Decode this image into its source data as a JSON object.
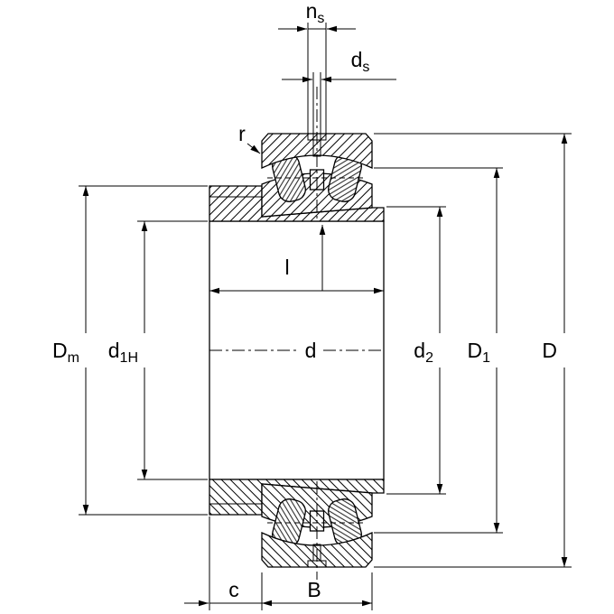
{
  "drawing": {
    "type": "bearing-cross-section-technical-drawing",
    "colors": {
      "line": "#000000",
      "background": "#ffffff"
    },
    "labels": {
      "ns": {
        "base": "n",
        "sub": "s"
      },
      "ds": {
        "base": "d",
        "sub": "s"
      },
      "r": {
        "base": "r"
      },
      "l": {
        "base": "l"
      },
      "Dm": {
        "base": "D",
        "sub": "m"
      },
      "d1H": {
        "base": "d",
        "sub": "1H"
      },
      "d": {
        "base": "d"
      },
      "d2": {
        "base": "d",
        "sub": "2"
      },
      "D1": {
        "base": "D",
        "sub": "1"
      },
      "D": {
        "base": "D"
      },
      "c": {
        "base": "c"
      },
      "B": {
        "base": "B"
      }
    }
  }
}
